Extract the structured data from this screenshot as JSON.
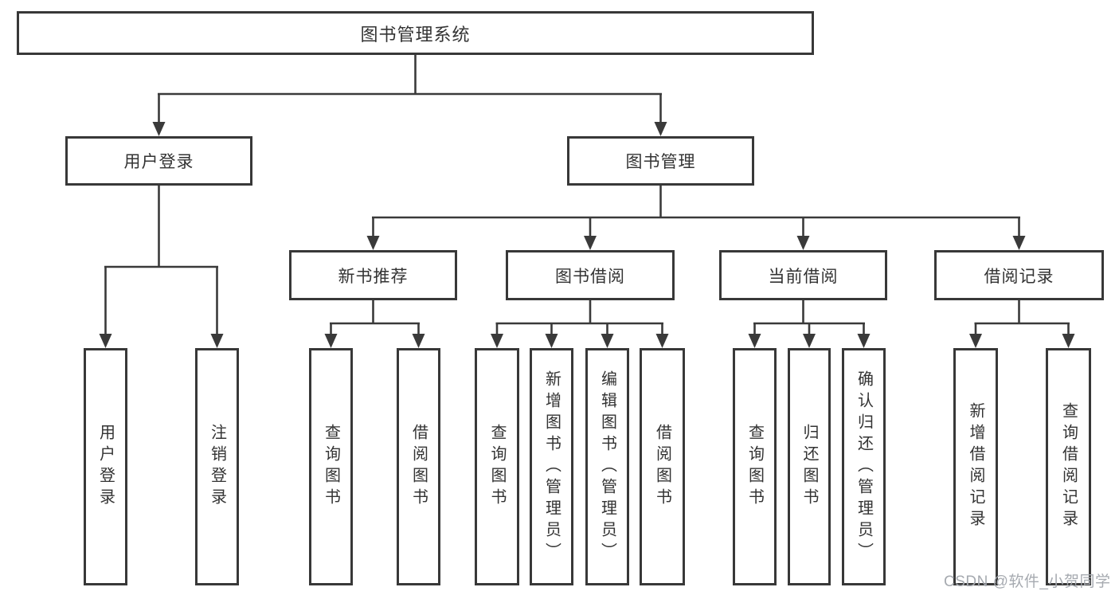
{
  "diagram": {
    "root": {
      "label": "图书管理系统"
    },
    "level2": {
      "user_login": {
        "label": "用户登录"
      },
      "book_management": {
        "label": "图书管理"
      }
    },
    "level3": {
      "new_book_recommend": {
        "label": "新书推荐"
      },
      "book_borrow": {
        "label": "图书借阅"
      },
      "current_borrow": {
        "label": "当前借阅"
      },
      "borrow_records": {
        "label": "借阅记录"
      }
    },
    "leaves": {
      "user_login": [
        {
          "label": "用户登录"
        },
        {
          "label": "注销登录"
        }
      ],
      "new_book_recommend": [
        {
          "label": "查询图书"
        },
        {
          "label": "借阅图书"
        }
      ],
      "book_borrow": [
        {
          "label": "查询图书"
        },
        {
          "label": "新增图书（管理员）"
        },
        {
          "label": "编辑图书（管理员）"
        },
        {
          "label": "借阅图书"
        }
      ],
      "current_borrow": [
        {
          "label": "查询图书"
        },
        {
          "label": "归还图书"
        },
        {
          "label": "确认归还（管理员）"
        }
      ],
      "borrow_records": [
        {
          "label": "新增借阅记录"
        },
        {
          "label": "查询借阅记录"
        }
      ]
    }
  },
  "watermark": {
    "text": "CSDN @软件_小贺同学"
  },
  "colors": {
    "line": "#3a3a3a",
    "box_border": "#383838",
    "text": "#333333",
    "watermark": "#a6aab0",
    "background": "#ffffff"
  }
}
